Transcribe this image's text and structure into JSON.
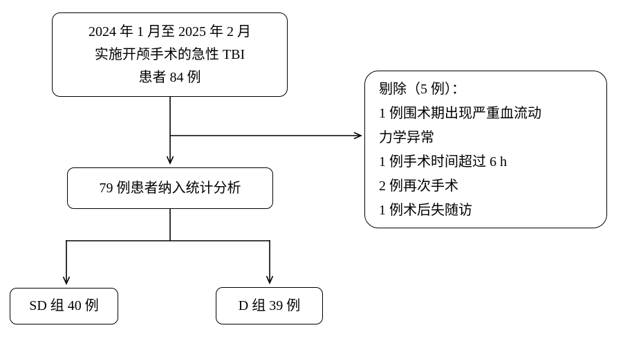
{
  "diagram": {
    "title": "patient-flow-diagram",
    "colors": {
      "border": "#000000",
      "text": "#000000",
      "background": "#ffffff"
    },
    "boxes": {
      "enrollment": {
        "lines": [
          "2024 年 1 月至 2025 年 2 月",
          "实施开颅手术的急性 TBI",
          "患者 84 例"
        ]
      },
      "excluded": {
        "lines": [
          "剔除（5 例）：",
          "1 例围术期出现严重血流动",
          "力学异常",
          "1 例手术时间超过 6 h",
          "2 例再次手术",
          "1 例术后失随访"
        ]
      },
      "analyzed": {
        "label": "79 例患者纳入统计分析"
      },
      "group_sd": {
        "label": "SD 组 40 例"
      },
      "group_d": {
        "label": "D 组 39 例"
      }
    }
  }
}
